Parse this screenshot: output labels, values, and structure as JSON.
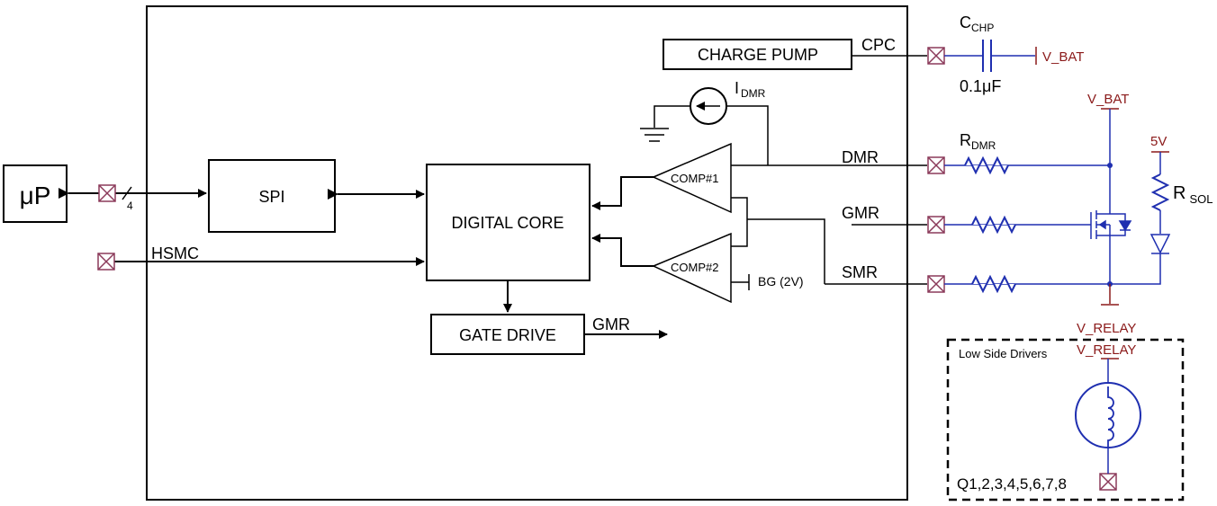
{
  "colors": {
    "line": "#000000",
    "wire": "#1f2fb0",
    "rail": "#8b1a1a",
    "pin": "#8b3a5a"
  },
  "blocks": {
    "up": "μP",
    "spi": "SPI",
    "digital_core": "DIGITAL CORE",
    "charge_pump": "CHARGE PUMP",
    "gate_drive": "GATE DRIVE",
    "comp1": "COMP#1",
    "comp2": "COMP#2",
    "low_side": "Low Side Drivers"
  },
  "signals": {
    "bus_width": "4",
    "hsmc": "HSMC",
    "cpc": "CPC",
    "dmr": "DMR",
    "gmr": "GMR",
    "smr": "SMR",
    "gmr_out": "GMR",
    "bg": "BG (2V)",
    "idmr_main": "I",
    "idmr_sub": "DMR"
  },
  "components": {
    "cchp_main": "C",
    "cchp_sub": "CHP",
    "cchp_value": "0.1μF",
    "rdmr_main": "R",
    "rdmr_sub": "DMR",
    "rsol_main": "R",
    "rsol_sub": "SOL"
  },
  "rails": {
    "vbat_cap": "V_BAT",
    "vbat_top": "V_BAT",
    "five_v": "5V",
    "vrelay_1": "V_RELAY",
    "vrelay_2": "V_RELAY",
    "q_pins": "Q1,2,3,4,5,6,7,8"
  }
}
